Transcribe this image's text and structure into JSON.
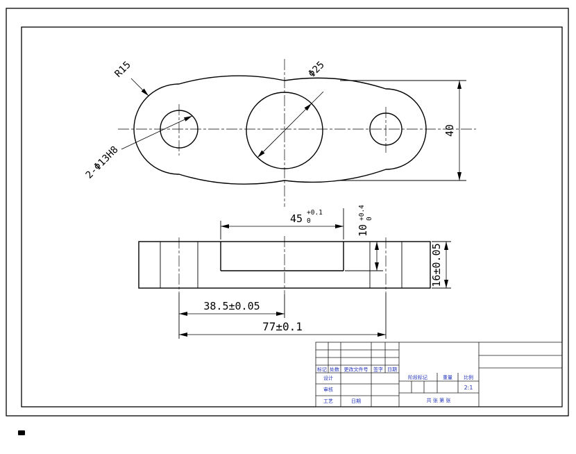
{
  "canvas": {
    "background": "#ffffff",
    "line_color": "#000000",
    "annotation_color": "#2233bb"
  },
  "top_view": {
    "end_radius_label": "R15",
    "center_bore_label": "Φ25",
    "small_holes_label": "2-Φ13H8",
    "overall_height": "40"
  },
  "section_view": {
    "slot_width": "45",
    "slot_width_tol_upper": "+0.1",
    "slot_width_tol_lower": "0",
    "slot_depth": "10",
    "slot_depth_tol_upper": "+0.4",
    "slot_depth_tol_lower": "0",
    "thickness": "16±0.05",
    "hole_to_center": "38.5±0.05",
    "hole_span": "77±0.1"
  },
  "title_block": {
    "revision_row": {
      "mark": "标记",
      "count": "处数",
      "change_doc_no": "更改文件号",
      "signature": "签字",
      "date": "日期"
    },
    "design": "设计",
    "check": "审核",
    "process": "工艺",
    "date_label": "日期",
    "stage_mark": "阶段标记",
    "weight": "重量",
    "scale_label": "比例",
    "scale_value": "2:1",
    "sheet_info": "共  张  第  张"
  }
}
